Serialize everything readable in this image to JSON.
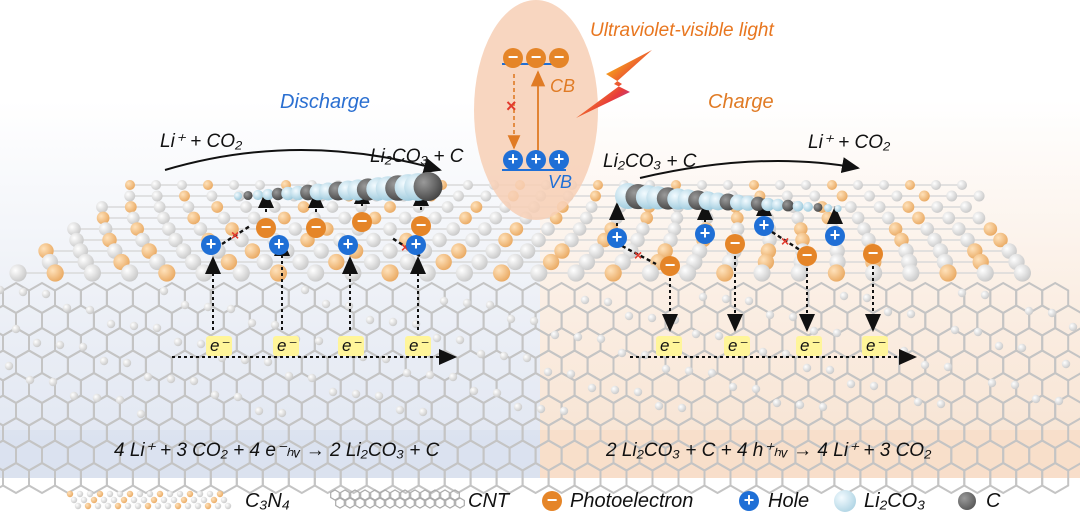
{
  "colors": {
    "discharge": "#2a6fd1",
    "charge": "#e07b25",
    "photoelectron": "#e58528",
    "hole": "#1f6fd6",
    "li2co3": "#bfe1ef",
    "carbon": "#666666",
    "light": "#e8761f"
  },
  "light": {
    "label": "Ultraviolet-visible light"
  },
  "band": {
    "cb": "CB",
    "vb": "VB",
    "blocked_mark": "×"
  },
  "discharge": {
    "title": "Discharge",
    "reactant": "Li⁺ + CO₂",
    "product": "Li₂CO₃ + C",
    "equation": "4 Li⁺ + 3 CO₂ + 4 e⁻ₕᵥ → 2 Li₂CO₃ + C",
    "electron_labels": [
      "e⁻",
      "e⁻",
      "e⁻",
      "e⁻"
    ]
  },
  "charge": {
    "title": "Charge",
    "reactant": "Li₂CO₃ + C",
    "product": "Li⁺ + CO₂",
    "equation": "2 Li₂CO₃ + C + 4 h⁺ₕᵥ → 4 Li⁺ + 3 CO₂",
    "electron_labels": [
      "e⁻",
      "e⁻",
      "e⁻",
      "e⁻"
    ]
  },
  "legend": {
    "c3n4": "C₃N₄",
    "cnt": "CNT",
    "photoelectron": "Photoelectron",
    "hole": "Hole",
    "li2co3": "Li₂CO₃",
    "carbon": "C"
  }
}
